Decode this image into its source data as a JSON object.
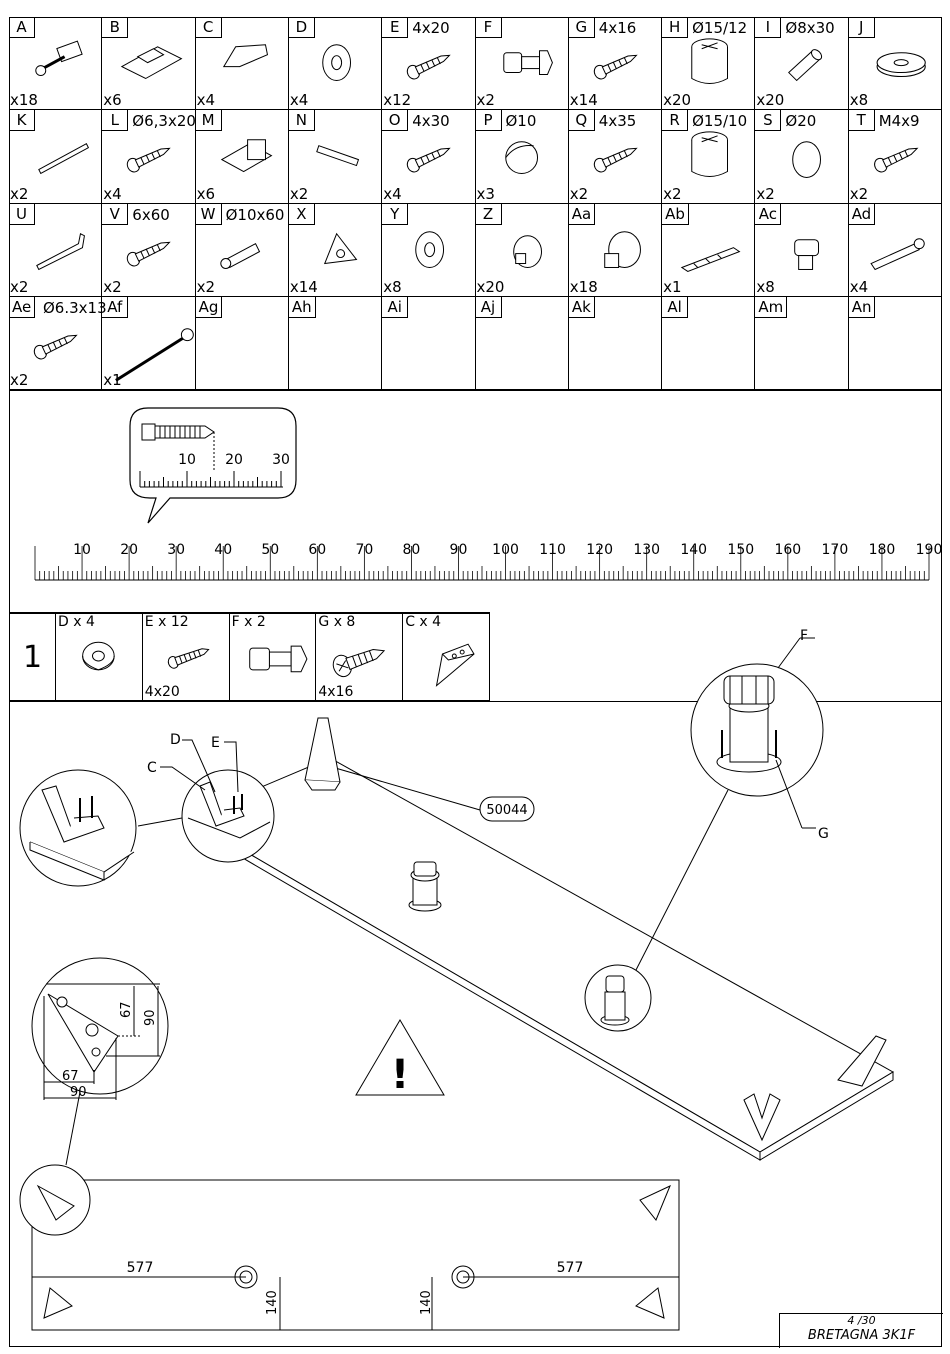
{
  "parts": [
    {
      "letter": "A",
      "size": "",
      "qty": "x18",
      "icon": "cam-bolt-icon"
    },
    {
      "letter": "B",
      "size": "",
      "qty": "x6",
      "icon": "hinge-plate-icon"
    },
    {
      "letter": "C",
      "size": "",
      "qty": "x4",
      "icon": "corner-bracket-icon"
    },
    {
      "letter": "D",
      "size": "",
      "qty": "x4",
      "icon": "washer-icon"
    },
    {
      "letter": "E",
      "size": "4x20",
      "qty": "x12",
      "icon": "screw-icon"
    },
    {
      "letter": "F",
      "size": "",
      "qty": "x2",
      "icon": "adjustable-foot-icon"
    },
    {
      "letter": "G",
      "size": "4x16",
      "qty": "x14",
      "icon": "screw-icon"
    },
    {
      "letter": "H",
      "size": "Ø15/12",
      "qty": "x20",
      "icon": "cam-lock-icon"
    },
    {
      "letter": "I",
      "size": "Ø8x30",
      "qty": "x20",
      "icon": "dowel-icon"
    },
    {
      "letter": "J",
      "size": "",
      "qty": "x8",
      "icon": "felt-pad-icon"
    },
    {
      "letter": "K",
      "size": "",
      "qty": "x2",
      "icon": "rail-icon"
    },
    {
      "letter": "L",
      "size": "Ø6,3x20",
      "qty": "x4",
      "icon": "screw-icon"
    },
    {
      "letter": "M",
      "size": "",
      "qty": "x6",
      "icon": "hinge-icon"
    },
    {
      "letter": "N",
      "size": "",
      "qty": "x2",
      "icon": "bar-icon"
    },
    {
      "letter": "O",
      "size": "4x30",
      "qty": "x4",
      "icon": "screw-icon"
    },
    {
      "letter": "P",
      "size": "Ø10",
      "qty": "x3",
      "icon": "cap-icon"
    },
    {
      "letter": "Q",
      "size": "4x35",
      "qty": "x2",
      "icon": "screw-icon"
    },
    {
      "letter": "R",
      "size": "Ø15/10",
      "qty": "x2",
      "icon": "cam-lock-icon"
    },
    {
      "letter": "S",
      "size": "Ø20",
      "qty": "x2",
      "icon": "disc-cap-icon"
    },
    {
      "letter": "T",
      "size": "M4x9",
      "qty": "x2",
      "icon": "screw-icon"
    },
    {
      "letter": "U",
      "size": "",
      "qty": "x2",
      "icon": "angle-bracket-icon"
    },
    {
      "letter": "V",
      "size": "6x60",
      "qty": "x2",
      "icon": "screw-icon"
    },
    {
      "letter": "W",
      "size": "Ø10x60",
      "qty": "x2",
      "icon": "wall-plug-icon"
    },
    {
      "letter": "X",
      "size": "",
      "qty": "x14",
      "icon": "corner-block-icon"
    },
    {
      "letter": "Y",
      "size": "",
      "qty": "x8",
      "icon": "washer-icon"
    },
    {
      "letter": "Z",
      "size": "",
      "qty": "x20",
      "icon": "shelf-pin-icon"
    },
    {
      "letter": "Aa",
      "size": "",
      "qty": "x18",
      "icon": "shelf-support-icon"
    },
    {
      "letter": "Ab",
      "size": "",
      "qty": "x1",
      "icon": "shims-icon"
    },
    {
      "letter": "Ac",
      "size": "",
      "qty": "x8",
      "icon": "pin-icon"
    },
    {
      "letter": "Ad",
      "size": "",
      "qty": "x4",
      "icon": "connector-bolt-icon"
    },
    {
      "letter": "Ae",
      "size": "Ø6.3x13",
      "qty": "x2",
      "icon": "screw-icon"
    },
    {
      "letter": "Af",
      "size": "",
      "qty": "x1",
      "icon": "strap-icon"
    },
    {
      "letter": "Ag",
      "size": "",
      "qty": "",
      "icon": ""
    },
    {
      "letter": "Ah",
      "size": "",
      "qty": "",
      "icon": ""
    },
    {
      "letter": "Ai",
      "size": "",
      "qty": "",
      "icon": ""
    },
    {
      "letter": "Aj",
      "size": "",
      "qty": "",
      "icon": ""
    },
    {
      "letter": "Ak",
      "size": "",
      "qty": "",
      "icon": ""
    },
    {
      "letter": "Al",
      "size": "",
      "qty": "",
      "icon": ""
    },
    {
      "letter": "Am",
      "size": "",
      "qty": "",
      "icon": ""
    },
    {
      "letter": "An",
      "size": "",
      "qty": "",
      "icon": ""
    }
  ],
  "small_ruler": {
    "labels": [
      "10",
      "20",
      "30"
    ]
  },
  "big_ruler": {
    "labels": [
      "10",
      "20",
      "30",
      "40",
      "50",
      "60",
      "70",
      "80",
      "90",
      "100",
      "110",
      "120",
      "130",
      "140",
      "150",
      "160",
      "170",
      "180",
      "190"
    ]
  },
  "step": {
    "number": "1",
    "items": [
      {
        "label": "D x 4",
        "size": "",
        "icon": "washer-icon"
      },
      {
        "label": "E x 12",
        "size": "4x20",
        "icon": "screw-icon"
      },
      {
        "label": "F x 2",
        "size": "",
        "icon": "adjustable-foot-icon"
      },
      {
        "label": "G x 8",
        "size": "4x16",
        "icon": "screw-icon"
      },
      {
        "label": "C x 4",
        "size": "",
        "icon": "corner-bracket-icon"
      }
    ]
  },
  "callouts": {
    "F": "F",
    "G": "G",
    "C": "C",
    "D": "D",
    "E": "E",
    "panel": "50044"
  },
  "dimensions": {
    "d67a": "67",
    "d90a": "90",
    "d67b": "67",
    "d90b": "90",
    "left_span": "577",
    "right_span": "577",
    "left_h": "140",
    "right_h": "140"
  },
  "warning": "!",
  "footer": {
    "page": "4 /30",
    "name": "BRETAGNA 3K1F"
  }
}
